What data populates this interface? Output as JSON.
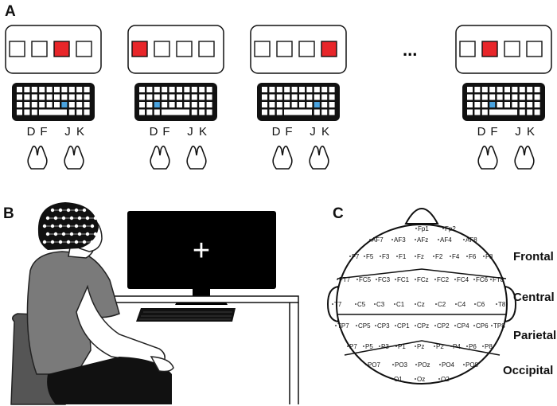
{
  "panels": {
    "a": "A",
    "b": "B",
    "c": "C"
  },
  "colors": {
    "target": "#e8262a",
    "keyHighlight": "#4aa3df",
    "ink": "#111111"
  },
  "trials": [
    {
      "target_index": 2,
      "highlight_key": "J",
      "labels": [
        "D",
        "F",
        "J",
        "K"
      ]
    },
    {
      "target_index": 0,
      "highlight_key": "D",
      "labels": [
        "D",
        "F",
        "J",
        "K"
      ]
    },
    {
      "target_index": 3,
      "highlight_key": "K",
      "labels": [
        "D",
        "F",
        "J",
        "K"
      ]
    },
    {
      "target_index": 1,
      "highlight_key": "F",
      "labels": [
        "D",
        "F",
        "J",
        "K"
      ]
    }
  ],
  "ellipsis": "...",
  "fixation": "+",
  "regions": [
    "Frontal",
    "Central",
    "Parietal",
    "Occipital"
  ],
  "electrodes": {
    "row1": [
      "Fp1",
      "Fp2"
    ],
    "row2": [
      "AF7",
      "AF3",
      "AFz",
      "AF4",
      "AF8"
    ],
    "row3": [
      "F7",
      "F5",
      "F3",
      "F1",
      "Fz",
      "F2",
      "F4",
      "F6",
      "F8"
    ],
    "row4": [
      "FT7",
      "FC5",
      "FC3",
      "FC1",
      "FCz",
      "FC2",
      "FC4",
      "FC6",
      "FT8"
    ],
    "row5": [
      "T7",
      "C5",
      "C3",
      "C1",
      "Cz",
      "C2",
      "C4",
      "C6",
      "T8"
    ],
    "row6": [
      "TP7",
      "CP5",
      "CP3",
      "CP1",
      "CPz",
      "CP2",
      "CP4",
      "CP6",
      "TP8"
    ],
    "row7": [
      "P7",
      "P5",
      "P3",
      "P1",
      "Pz",
      "P2",
      "P4",
      "P6",
      "P8"
    ],
    "row8": [
      "PO7",
      "PO3",
      "POz",
      "PO4",
      "PO8"
    ],
    "row9": [
      "O1",
      "Oz",
      "O2"
    ]
  }
}
